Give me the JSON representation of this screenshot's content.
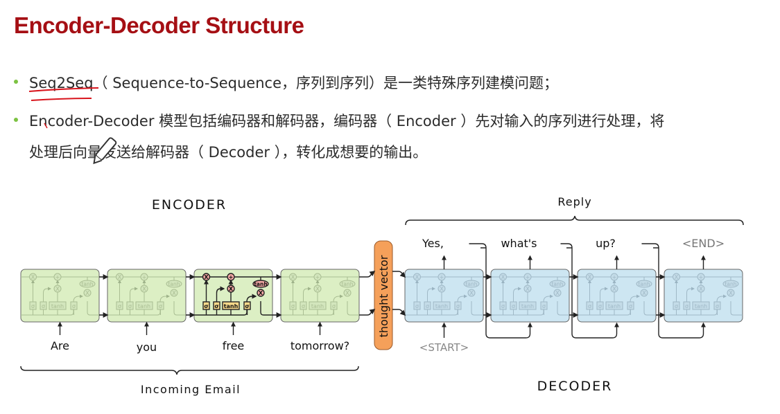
{
  "slide": {
    "title": "Encoder-Decoder Structure",
    "bullets": [
      {
        "highlight": "Seq2Seq",
        "text": "（ Sequence-to-Sequence，序列到序列）是一类特殊序列建模问题；"
      },
      {
        "line1": "Encoder-Decoder 模型包括编码器和解码器，编码器（ Encoder ）先对输入的序列进行处理，将",
        "line2": "处理后向量发送给解码器（ Decoder ），转化成想要的输出。"
      }
    ]
  },
  "diagram": {
    "encoder_label": "ENCODER",
    "decoder_label": "DECODER",
    "reply_label": "Reply",
    "incoming_label": "Incoming Email",
    "thought_vector_label": "thought vector",
    "encoder_inputs": [
      "Are",
      "you",
      "free",
      "tomorrow?"
    ],
    "decoder_input": "<START>",
    "decoder_outputs": [
      "Yes,",
      "what's",
      "up?",
      "<END>"
    ],
    "cell_gate_labels": {
      "sigma": "σ",
      "tanh": "tanh",
      "mult": "X",
      "add": "+"
    },
    "colors": {
      "title": "#a50f14",
      "bullet_dot": "#7cc242",
      "encoder_cell_fill": "#dcefc4",
      "decoder_cell_fill": "#cde6f2",
      "thought_vector_fill": "#f5a05a",
      "active_gate_fill": "#f7d98a",
      "active_op_fill": "#f2a7a4",
      "annotation_red": "#d8141c"
    },
    "highlighted_encoder_cell": 3
  }
}
